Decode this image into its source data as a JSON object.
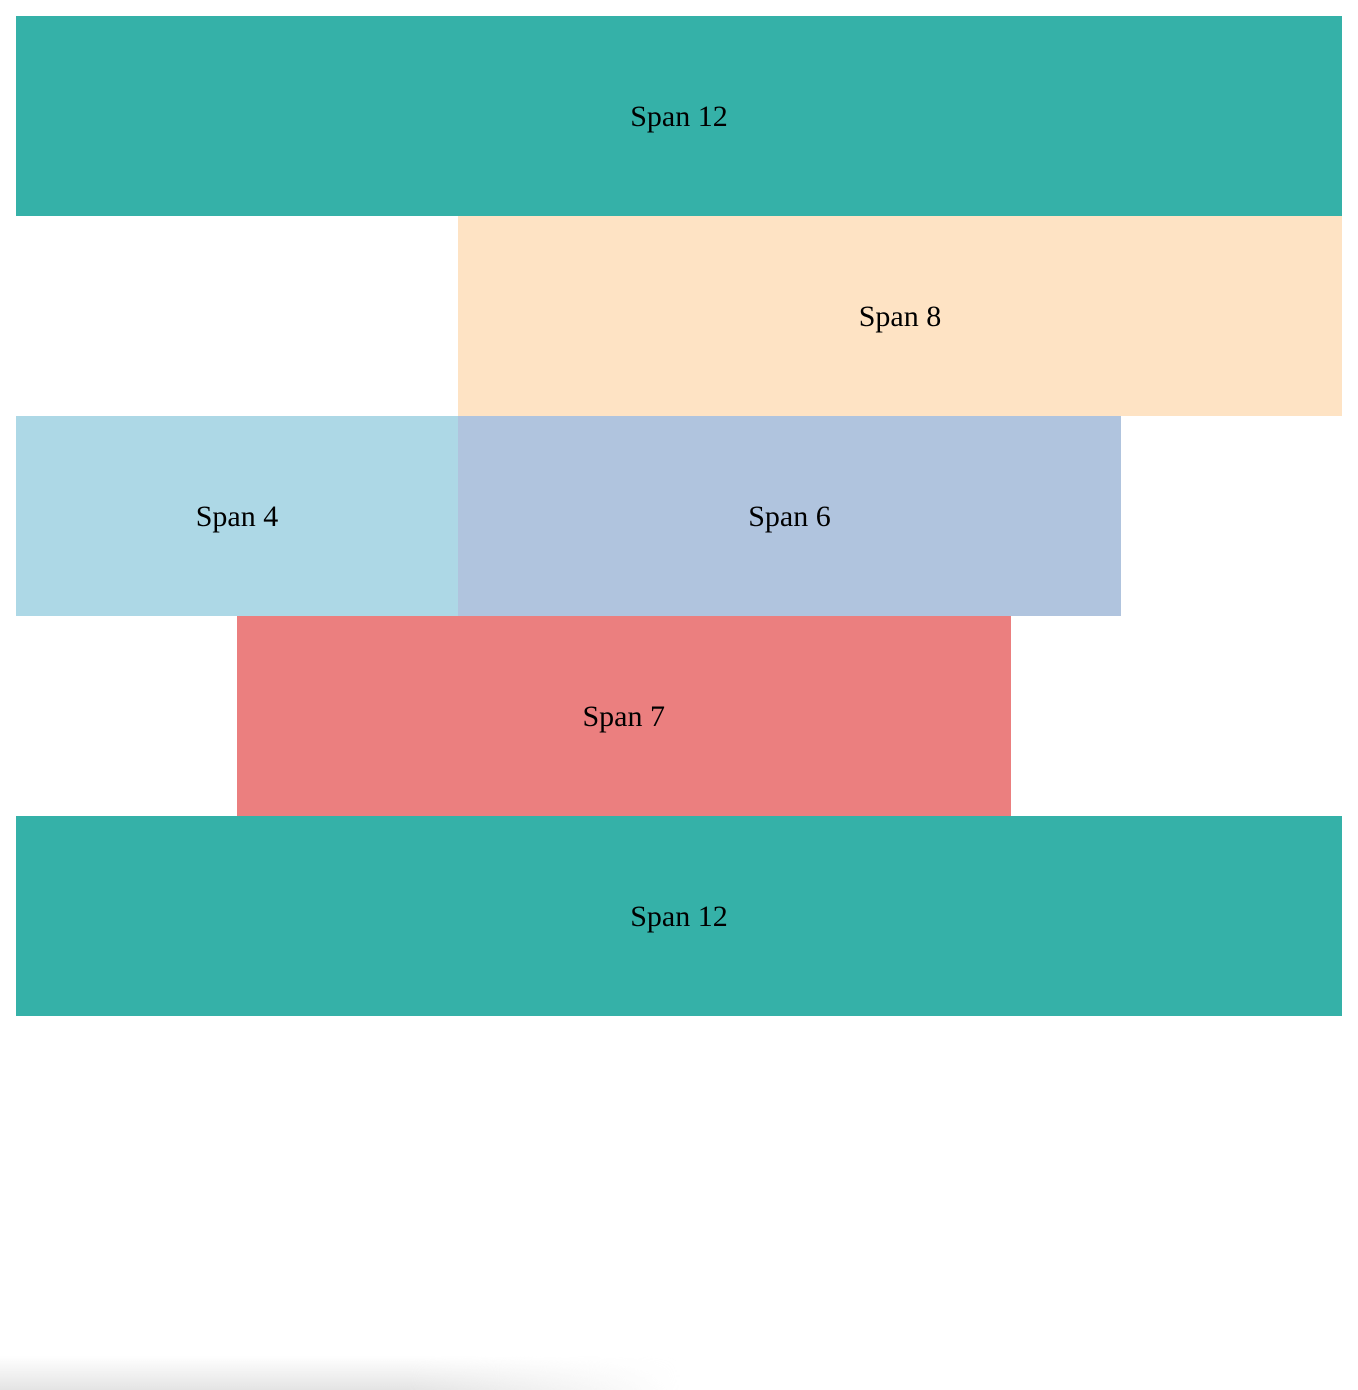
{
  "blocks": [
    {
      "label": "Span 12",
      "color": "#35b1a8"
    },
    {
      "label": "Span 8",
      "color": "#fee3c4"
    },
    {
      "label": "Span 4",
      "color": "#add8e6"
    },
    {
      "label": "Span 6",
      "color": "#b0c4de"
    },
    {
      "label": "Span 7",
      "color": "#eb7f7f"
    },
    {
      "label": "Span 12",
      "color": "#35b1a8"
    }
  ]
}
